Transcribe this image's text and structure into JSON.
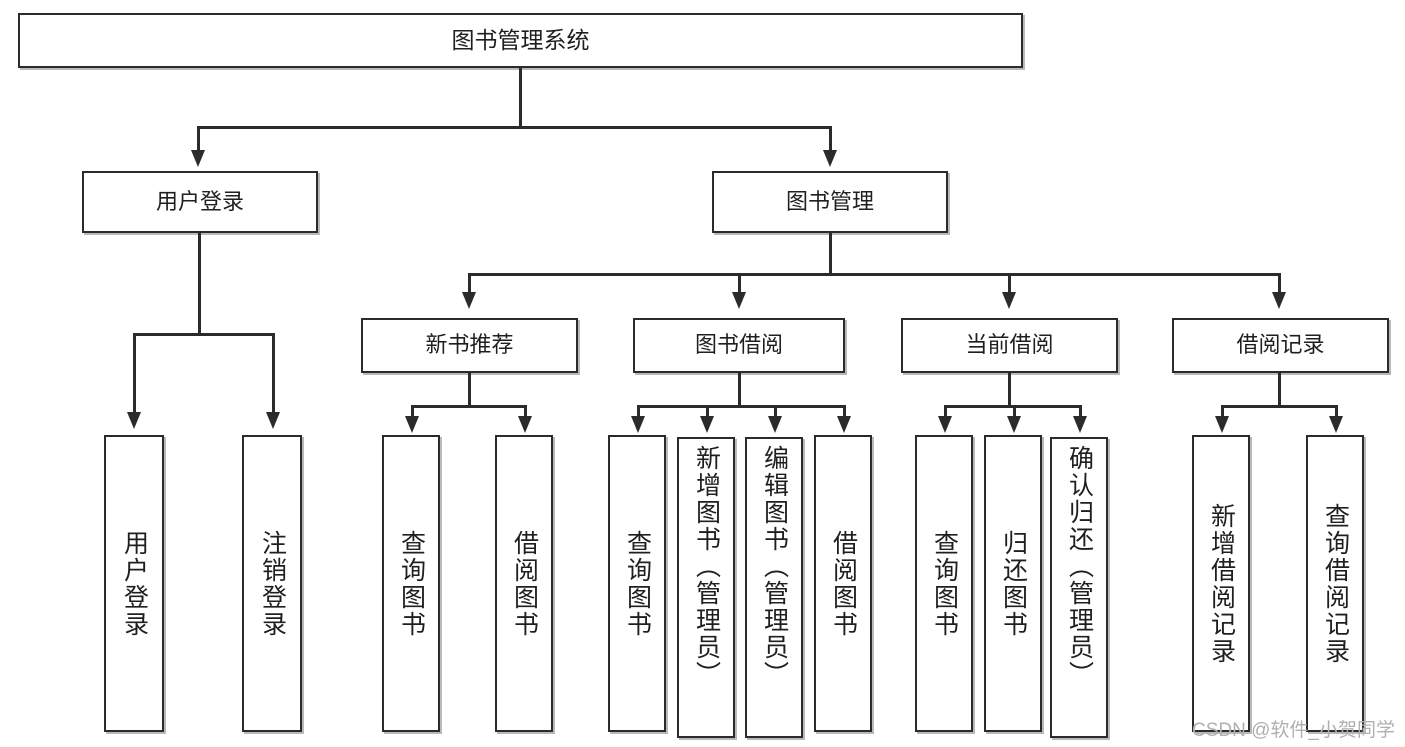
{
  "diagram": {
    "title": "图书管理系统",
    "type": "tree",
    "root": {
      "label": "图书管理系统"
    },
    "level1": [
      {
        "id": "user-login",
        "label": "用户登录"
      },
      {
        "id": "book-manage",
        "label": "图书管理"
      }
    ],
    "level2": [
      {
        "id": "new-book-recommend",
        "label": "新书推荐",
        "parent": "book-manage"
      },
      {
        "id": "book-borrow",
        "label": "图书借阅",
        "parent": "book-manage"
      },
      {
        "id": "current-borrow",
        "label": "当前借阅",
        "parent": "book-manage"
      },
      {
        "id": "borrow-record",
        "label": "借阅记录",
        "parent": "book-manage"
      }
    ],
    "leaves": [
      {
        "id": "leaf-user-login",
        "label": "用户登录",
        "parent": "user-login"
      },
      {
        "id": "leaf-logout",
        "label": "注销登录",
        "parent": "user-login"
      },
      {
        "id": "leaf-query-book-1",
        "label": "查询图书",
        "parent": "new-book-recommend"
      },
      {
        "id": "leaf-borrow-book-1",
        "label": "借阅图书",
        "parent": "new-book-recommend"
      },
      {
        "id": "leaf-query-book-2",
        "label": "查询图书",
        "parent": "book-borrow"
      },
      {
        "id": "leaf-add-book",
        "label": "新增图书（管理员）",
        "parent": "book-borrow"
      },
      {
        "id": "leaf-edit-book",
        "label": "编辑图书（管理员）",
        "parent": "book-borrow"
      },
      {
        "id": "leaf-borrow-book-2",
        "label": "借阅图书",
        "parent": "book-borrow"
      },
      {
        "id": "leaf-query-book-3",
        "label": "查询图书",
        "parent": "current-borrow"
      },
      {
        "id": "leaf-return-book",
        "label": "归还图书",
        "parent": "current-borrow"
      },
      {
        "id": "leaf-confirm-return",
        "label": "确认归还（管理员）",
        "parent": "current-borrow"
      },
      {
        "id": "leaf-add-record",
        "label": "新增借阅记录",
        "parent": "borrow-record"
      },
      {
        "id": "leaf-query-record",
        "label": "查询借阅记录",
        "parent": "borrow-record"
      }
    ]
  },
  "watermark": {
    "text": "CSDN @软件_小贺同学"
  },
  "colors": {
    "stroke": "#2b2b2b",
    "background": "#ffffff",
    "shadow": "#b9b9b9",
    "watermark": "#b0b0b0"
  }
}
